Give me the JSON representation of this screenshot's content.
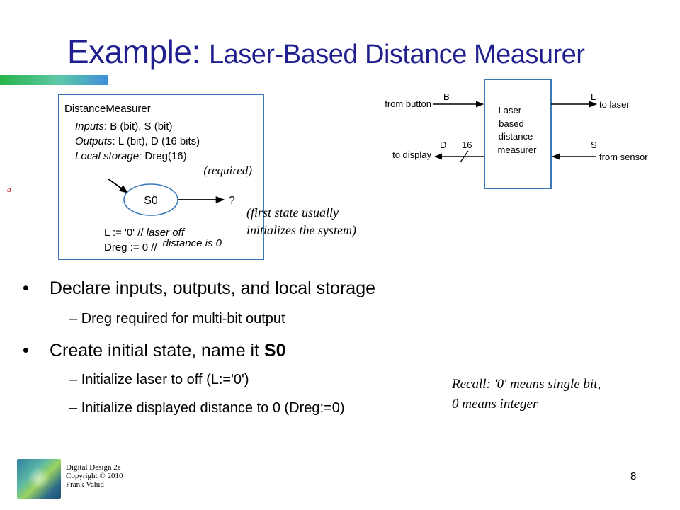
{
  "slide": {
    "title_main": "Example:",
    "title_sub": "Laser-Based Distance Measurer",
    "page_number": "8",
    "footer": [
      "Digital Design 2e",
      "Copyright © 2010",
      "Frank Vahid"
    ],
    "marker": "a"
  },
  "fsm": {
    "name": "DistanceMeasurer",
    "inputs_key": "Inputs",
    "inputs_val": ": B (bit), S (bit)",
    "outputs_key": "Outputs",
    "outputs_val": ": L (bit), D (16 bits)",
    "storage_key": "Local storage:",
    "storage_val": " Dreg(16)",
    "required_note": "(required)",
    "state_name": "S0",
    "next_state": "?",
    "action1_code": "L  := '0' //",
    "action1_comment": "laser off",
    "action2_code": "Dreg := 0  //",
    "action2_comment": "distance is 0",
    "first_state_note_1": "(first state usually",
    "first_state_note_2": "initializes the system)"
  },
  "block": {
    "label_1": "Laser-",
    "label_2": "based",
    "label_3": "distance",
    "label_4": "measurer",
    "port_b": "B",
    "port_l": "L",
    "port_d": "D",
    "port_s": "S",
    "bus_width": "16",
    "from_button": "from button",
    "to_laser": "to laser",
    "to_display": "to display",
    "from_sensor": "from sensor"
  },
  "bullets": [
    {
      "text": "Declare inputs, outputs, and local storage",
      "sub": [
        "Dreg required for multi-bit output"
      ]
    },
    {
      "text_pre": "Create initial state, name it ",
      "text_bold": "S0",
      "sub": [
        "Initialize laser to off (L:='0')",
        "Initialize displayed distance to 0 (Dreg:=0)"
      ]
    }
  ],
  "recall": {
    "line1": "Recall: '0' means single bit,",
    "line2": "0 means integer"
  }
}
